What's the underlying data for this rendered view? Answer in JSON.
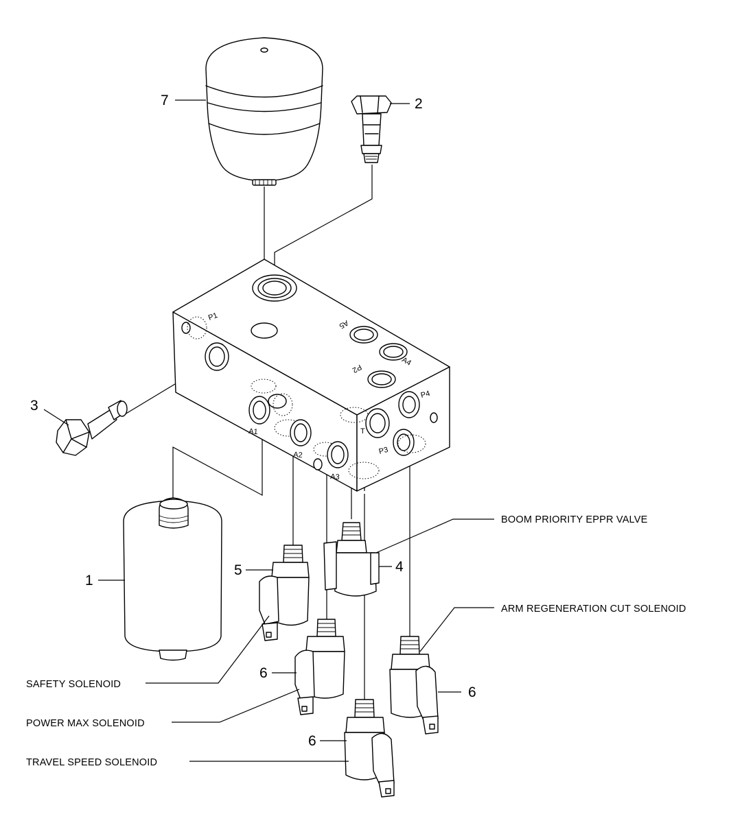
{
  "callouts": {
    "n1": "1",
    "n2": "2",
    "n3": "3",
    "n4": "4",
    "n5": "5",
    "n6a": "6",
    "n6b": "6",
    "n6c": "6",
    "n7": "7"
  },
  "labels": {
    "boom_priority": "BOOM PRIORITY EPPR VALVE",
    "arm_regeneration": "ARM REGENERATION CUT SOLENOID",
    "safety": "SAFETY SOLENOID",
    "power_max": "POWER MAX SOLENOID",
    "travel_speed": "TRAVEL SPEED SOLENOID"
  },
  "ports": {
    "p1": "P1",
    "a5": "A5",
    "a4": "A4",
    "p2": "P2",
    "a1": "A1",
    "a2": "A2",
    "a3": "A3",
    "t": "T",
    "p3": "P3",
    "p4": "P4"
  }
}
